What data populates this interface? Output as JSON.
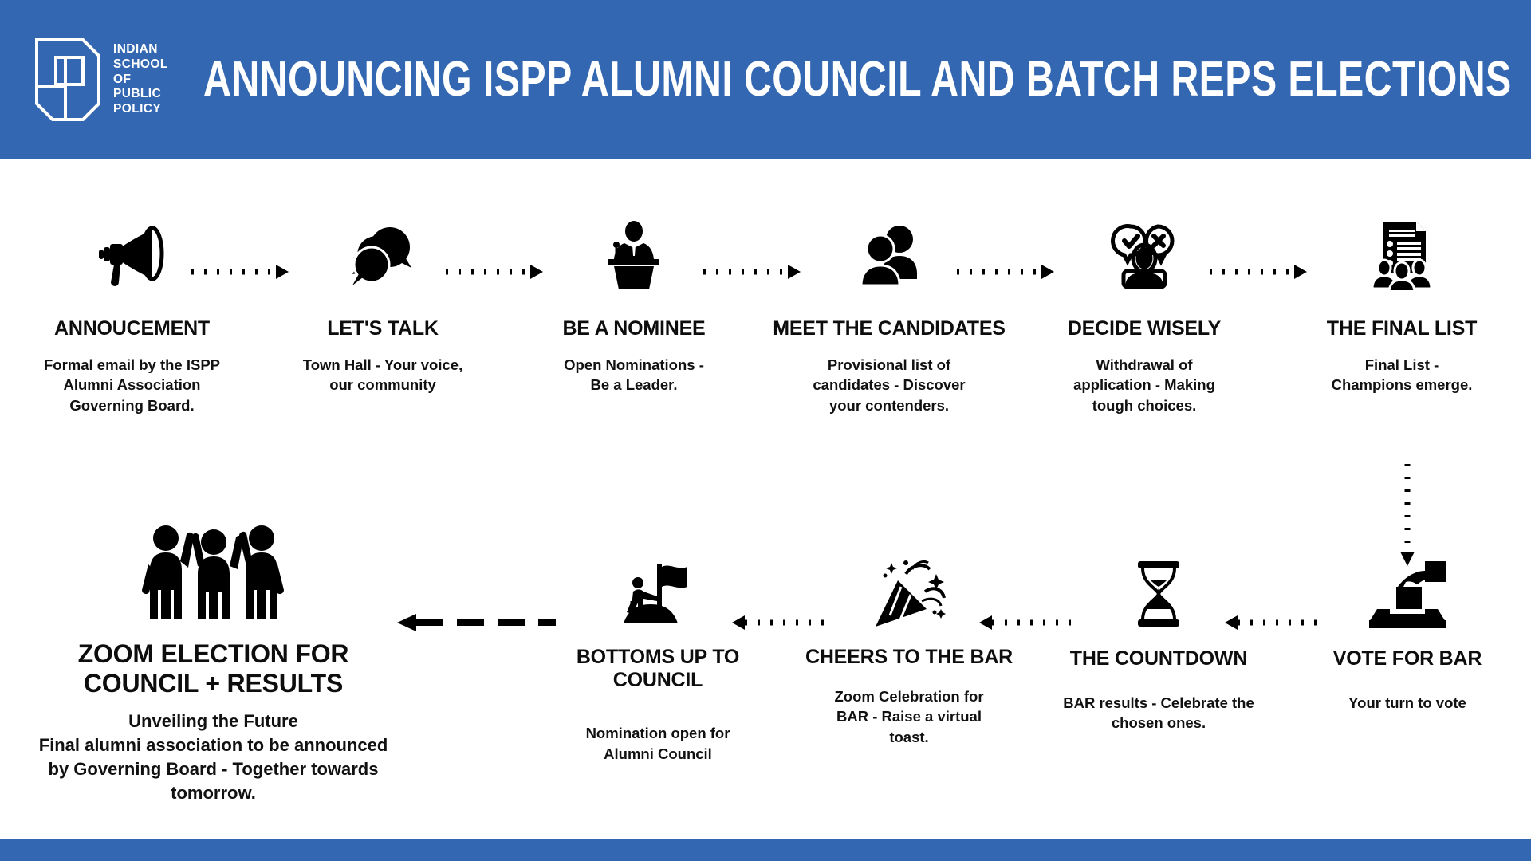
{
  "header": {
    "logo": {
      "icon": "ispp-document-p-logo",
      "line1": "INDIAN",
      "line2": "SCHOOL",
      "line3": "OF PUBLIC",
      "line4": "POLICY"
    },
    "title": "ANNOUNCING ISPP ALUMNI COUNCIL AND BATCH REPS ELECTIONS",
    "background_color": "#3367b1"
  },
  "footer": {
    "background_color": "#3367b1"
  },
  "colors": {
    "brand_blue": "#3367b1",
    "icon_black": "#000000",
    "text_black": "#0d0d0d",
    "page_white": "#ffffff"
  },
  "row_top": [
    {
      "icon": "megaphone-icon",
      "title": "ANNOUCEMENT",
      "desc": "Formal email by the ISPP Alumni Association Governing Board."
    },
    {
      "icon": "speech-bubbles-icon",
      "title": "LET'S TALK",
      "desc": "Town Hall - Your voice, our community"
    },
    {
      "icon": "podium-speaker-icon",
      "title": "BE A NOMINEE",
      "desc": "Open Nominations - Be a Leader."
    },
    {
      "icon": "two-people-icon",
      "title": "MEET THE CANDIDATES",
      "desc": "Provisional list of candidates - Discover your contenders."
    },
    {
      "icon": "person-approve-reject-icon",
      "title": "DECIDE WISELY",
      "desc": "Withdrawal of application - Making tough choices."
    },
    {
      "icon": "document-people-list-icon",
      "title": "THE FINAL LIST",
      "desc": "Final List - Champions emerge."
    }
  ],
  "row_bottom": [
    {
      "icon": "celebrating-team-icon",
      "title": "ZOOM ELECTION FOR COUNCIL + RESULTS",
      "desc": "Unveiling the Future\nFinal alumni association to be announced by Governing Board - Together towards tomorrow."
    },
    {
      "icon": "flag-planting-icon",
      "title": "BOTTOMS UP TO COUNCIL",
      "desc": "Nomination open for Alumni Council"
    },
    {
      "icon": "party-popper-icon",
      "title": "CHEERS TO THE BAR",
      "desc": "Zoom Celebration for BAR - Raise a virtual toast."
    },
    {
      "icon": "hourglass-icon",
      "title": "THE COUNTDOWN",
      "desc": "BAR results - Celebrate the chosen ones."
    },
    {
      "icon": "ballot-box-vote-icon",
      "title": "VOTE FOR BAR",
      "desc": "Your turn to vote"
    }
  ],
  "connectors": {
    "top_row": [
      "dotted-arrow-right",
      "dotted-arrow-right",
      "dotted-arrow-right",
      "dotted-arrow-right",
      "dotted-arrow-right"
    ],
    "vertical": "dotted-arrow-down",
    "bottom_row": [
      "dashed-arrow-left",
      "dotted-arrow-left",
      "dotted-arrow-left",
      "dotted-arrow-left"
    ]
  }
}
